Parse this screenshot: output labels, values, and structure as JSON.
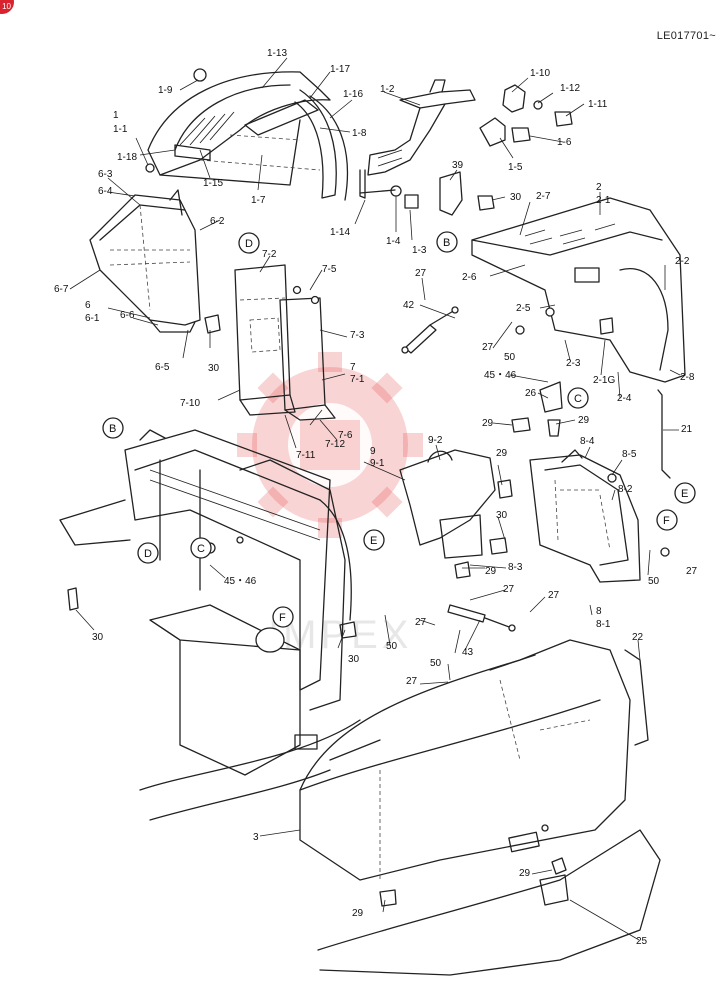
{
  "document": {
    "code": "LE017701~",
    "corner_badge": "10",
    "watermark_text": "IMPEX"
  },
  "callouts": [
    "1-13",
    "1-17",
    "1-9",
    "1-16",
    "1",
    "1-1",
    "1-8",
    "1-18",
    "1-15",
    "1-7",
    "1-2",
    "1-10",
    "1-12",
    "1-11",
    "1-5",
    "1-6",
    "39",
    "30",
    "1-14",
    "1-4",
    "1-3",
    "6-3",
    "6-4",
    "6-2",
    "6-7",
    "6",
    "6-1",
    "6-6",
    "6-5",
    "30",
    "7-2",
    "7-5",
    "7-3",
    "7",
    "7-1",
    "7-6",
    "7-10",
    "7-11",
    "7-12",
    "2",
    "2-1",
    "2-7",
    "2-2",
    "2-6",
    "2-5",
    "27",
    "42",
    "27",
    "50",
    "2-3",
    "2-1G",
    "2-8",
    "45・46",
    "2-4",
    "26",
    "29",
    "29",
    "21",
    "9",
    "9-1",
    "9-2",
    "29",
    "8-4",
    "8-5",
    "8-2",
    "30",
    "8-3",
    "29",
    "50",
    "27",
    "8",
    "8-1",
    "27",
    "27",
    "22",
    "45・46",
    "30",
    "30",
    "27",
    "50",
    "43",
    "50",
    "27",
    "3",
    "29",
    "29",
    "25"
  ],
  "reference_markers": [
    "D",
    "B",
    "C",
    "B",
    "D",
    "C",
    "E",
    "F",
    "E",
    "F"
  ]
}
